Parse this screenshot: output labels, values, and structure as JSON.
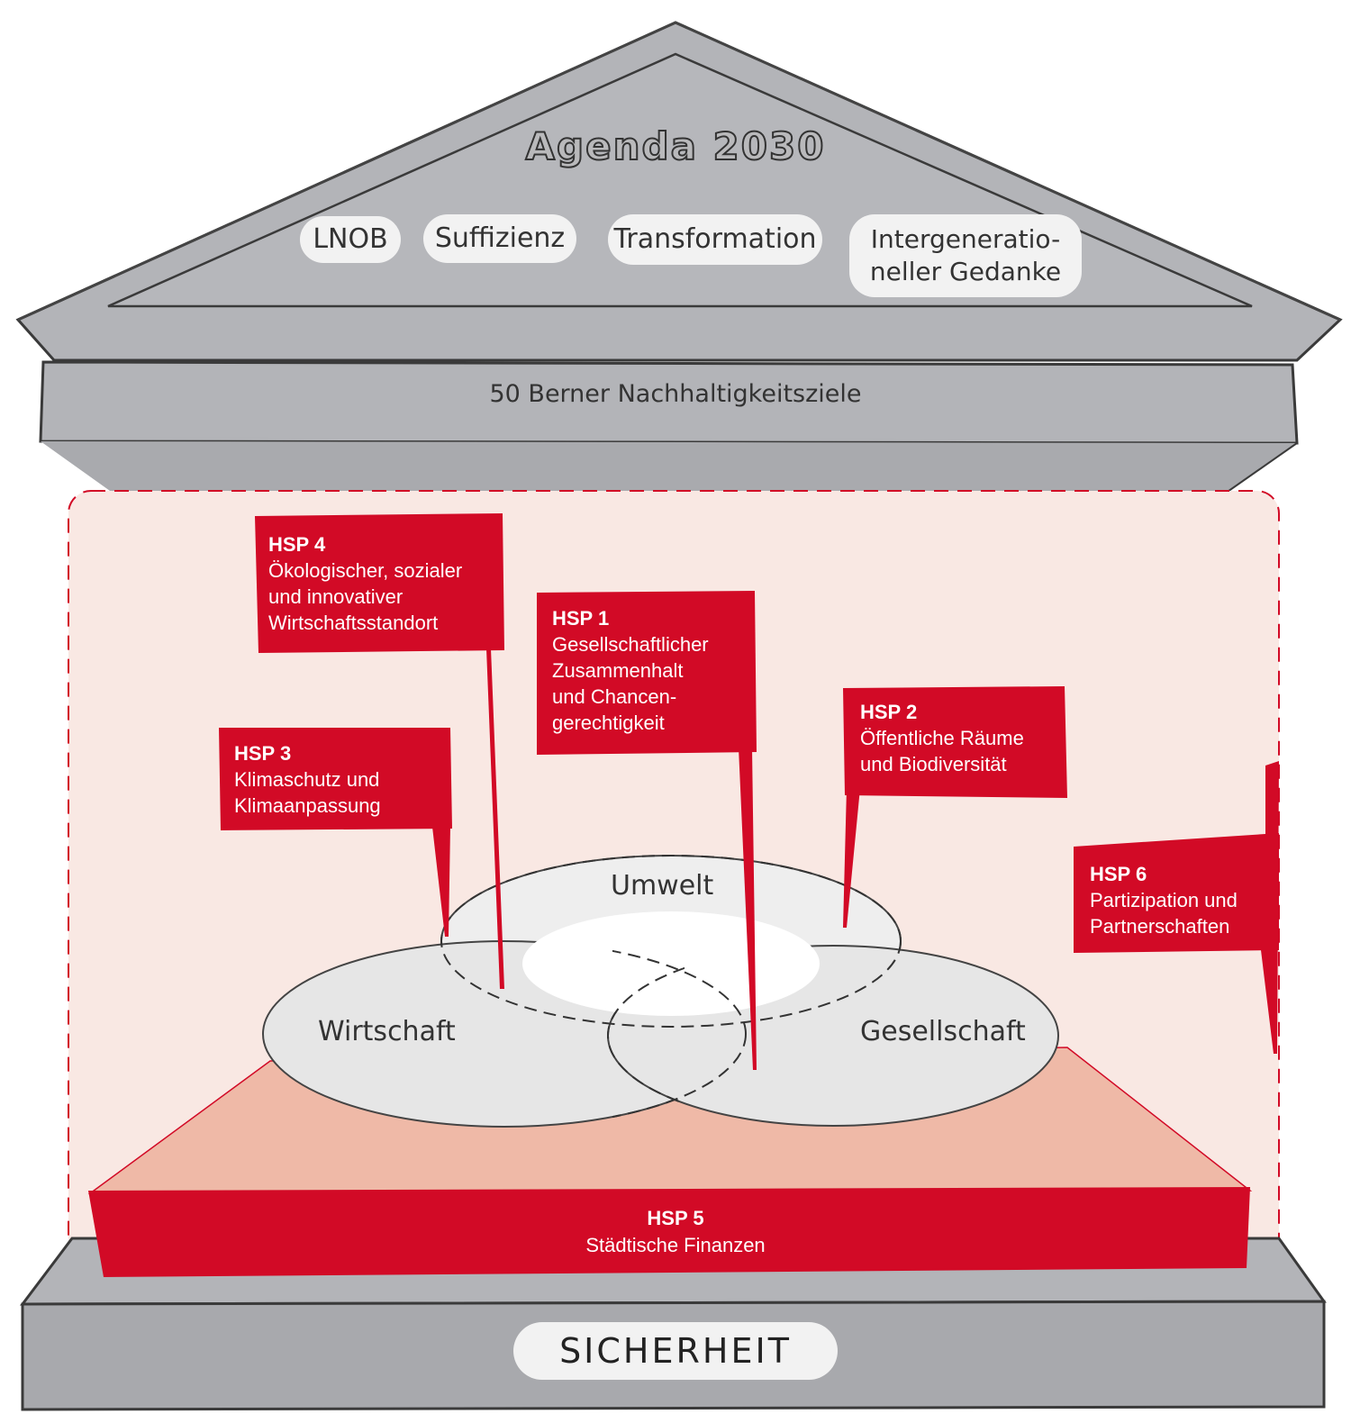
{
  "temple": {
    "title": "Agenda 2030",
    "principles": [
      "LNOB",
      "Suffizienz",
      "Transformation",
      "Intergeneratio-\nneller Gedanke"
    ],
    "beam": "50 Berner Nachhaltigkeitsziele",
    "foundation": "SICHERHEIT"
  },
  "venn": {
    "top": "Umwelt",
    "left": "Wirtschaft",
    "right": "Gesellschaft"
  },
  "flags": [
    {
      "code": "HSP 4",
      "desc": "Ökologischer, sozialer\nund innovativer\nWirtschaftsstandort"
    },
    {
      "code": "HSP 1",
      "desc": "Gesellschaftlicher\nZusammenhalt\nund Chancen-\ngerechtigkeit"
    },
    {
      "code": "HSP 2",
      "desc": "Öffentliche Räume\nund Biodiversität"
    },
    {
      "code": "HSP 3",
      "desc": "Klimaschutz und\nKlimaanpassung"
    },
    {
      "code": "HSP 6",
      "desc": "Partizipation und\nPartnerschaften"
    }
  ],
  "base": {
    "code": "HSP 5",
    "desc": "Städtische Finanzen"
  },
  "colors": {
    "red": "#d20a26",
    "stone": "#b3b4b8",
    "stone_dark": "#9b9ca0",
    "pink_area": "#f9e8e3",
    "salmon_plate": "#efb9a7",
    "venn_fill": "#e6e6e6",
    "pill": "#f2f2f2"
  }
}
